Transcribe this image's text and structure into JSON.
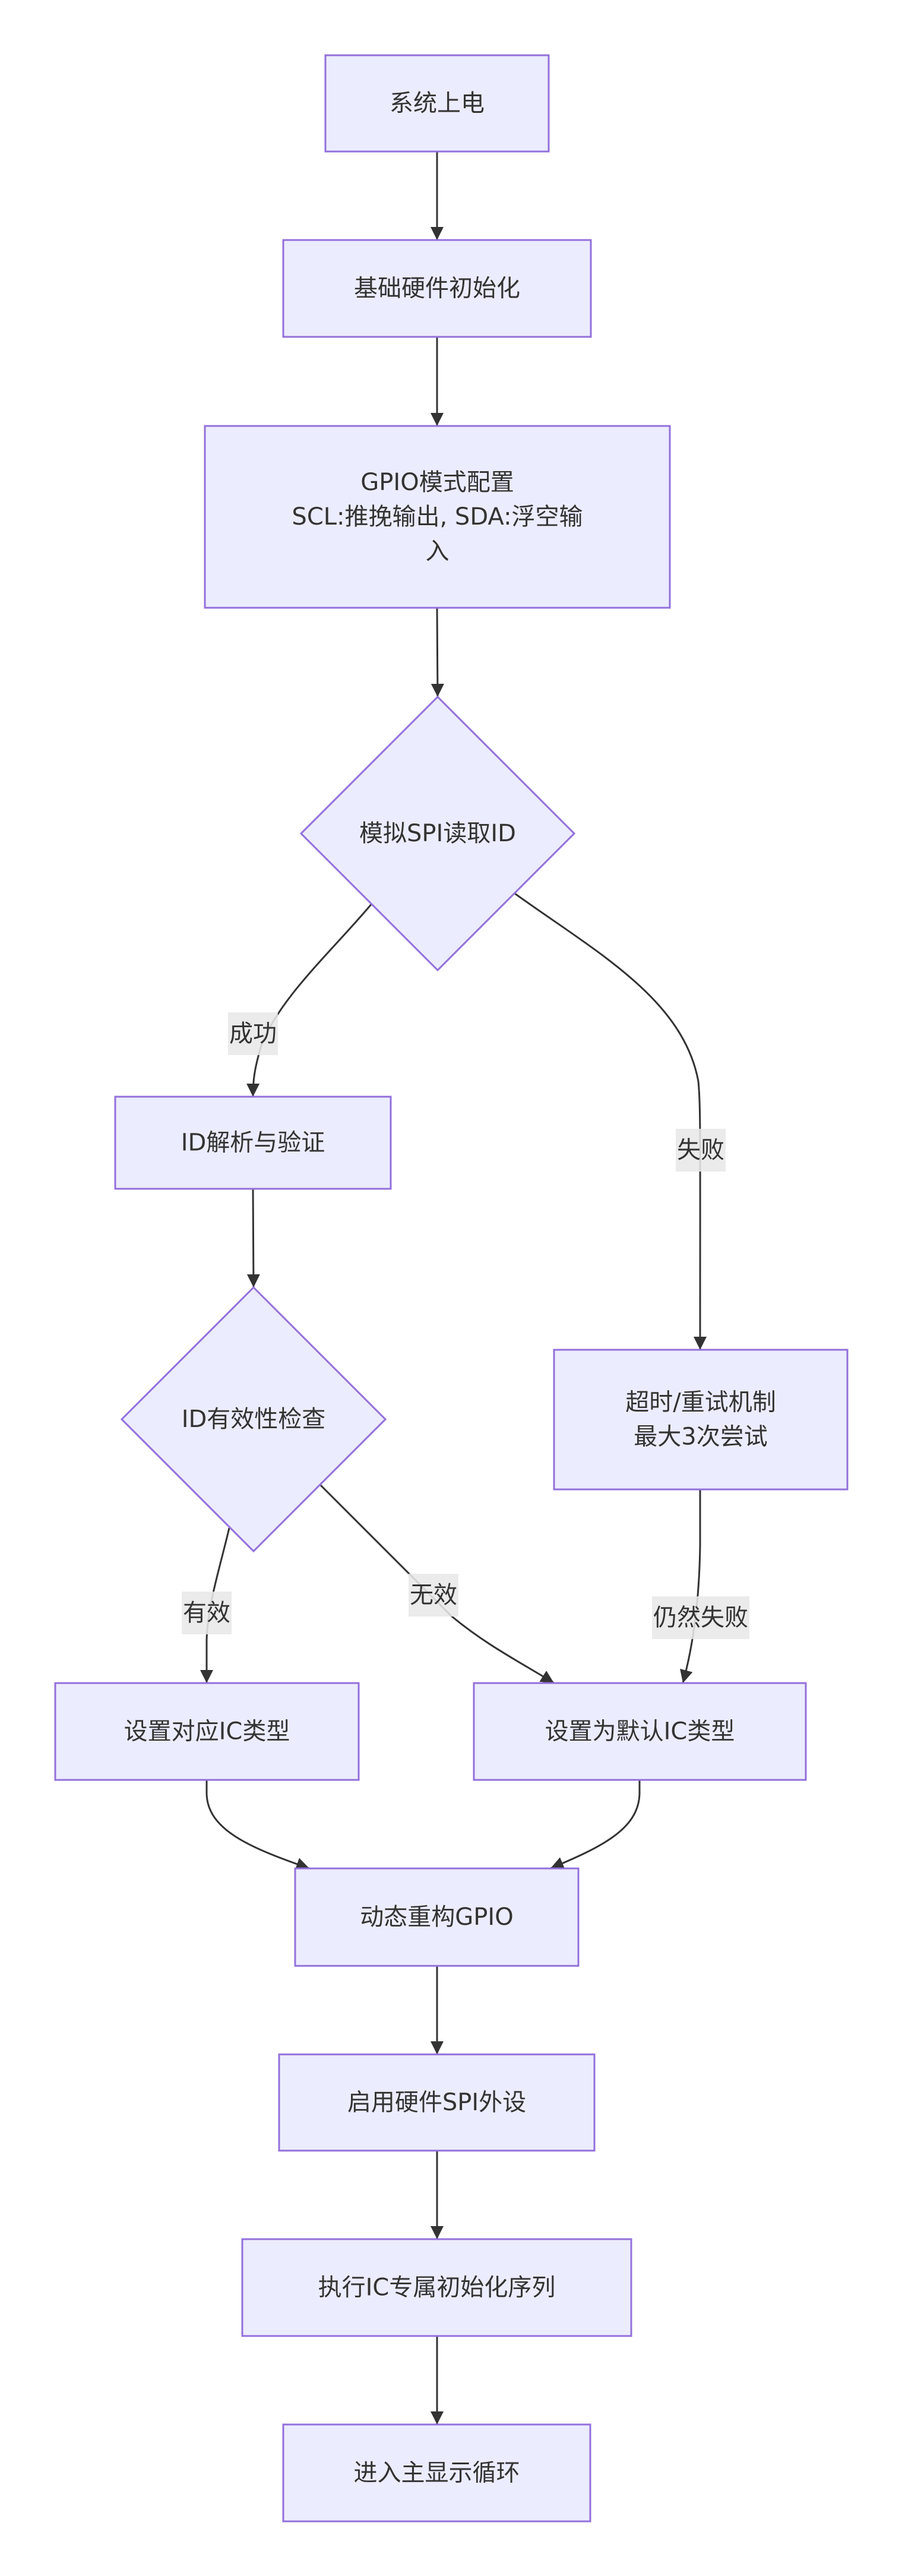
{
  "diagram": {
    "type": "flowchart",
    "direction": "top-down",
    "colors": {
      "node_fill": "#ECECFF",
      "node_stroke": "#9370DB",
      "text": "#333333",
      "edge": "#333333",
      "edge_label_bg": "#e8e8e8",
      "background": "#ffffff"
    },
    "nodes": [
      {
        "id": "power_on",
        "shape": "rect",
        "lines": [
          "系统上电"
        ]
      },
      {
        "id": "basic_hw_init",
        "shape": "rect",
        "lines": [
          "基础硬件初始化"
        ]
      },
      {
        "id": "gpio_config",
        "shape": "rect",
        "lines": [
          "GPIO模式配置",
          "SCL:推挽输出, SDA:浮空输",
          "入"
        ]
      },
      {
        "id": "soft_spi_read_id",
        "shape": "diamond",
        "lines": [
          "模拟SPI读取ID"
        ]
      },
      {
        "id": "id_parse",
        "shape": "rect",
        "lines": [
          "ID解析与验证"
        ]
      },
      {
        "id": "retry",
        "shape": "rect",
        "lines": [
          "超时/重试机制",
          "最大3次尝试"
        ]
      },
      {
        "id": "id_valid_check",
        "shape": "diamond",
        "lines": [
          "ID有效性检查"
        ]
      },
      {
        "id": "set_ic_type",
        "shape": "rect",
        "lines": [
          "设置对应IC类型"
        ]
      },
      {
        "id": "set_default_ic",
        "shape": "rect",
        "lines": [
          "设置为默认IC类型"
        ]
      },
      {
        "id": "reconfig_gpio",
        "shape": "rect",
        "lines": [
          "动态重构GPIO"
        ]
      },
      {
        "id": "enable_hw_spi",
        "shape": "rect",
        "lines": [
          "启用硬件SPI外设"
        ]
      },
      {
        "id": "ic_init_seq",
        "shape": "rect",
        "lines": [
          "执行IC专属初始化序列"
        ]
      },
      {
        "id": "main_loop",
        "shape": "rect",
        "lines": [
          "进入主显示循环"
        ]
      }
    ],
    "edges": [
      {
        "from": "power_on",
        "to": "basic_hw_init",
        "label": ""
      },
      {
        "from": "basic_hw_init",
        "to": "gpio_config",
        "label": ""
      },
      {
        "from": "gpio_config",
        "to": "soft_spi_read_id",
        "label": ""
      },
      {
        "from": "soft_spi_read_id",
        "to": "id_parse",
        "label": "成功"
      },
      {
        "from": "soft_spi_read_id",
        "to": "retry",
        "label": "失败"
      },
      {
        "from": "id_parse",
        "to": "id_valid_check",
        "label": ""
      },
      {
        "from": "id_valid_check",
        "to": "set_ic_type",
        "label": "有效"
      },
      {
        "from": "id_valid_check",
        "to": "set_default_ic",
        "label": "无效"
      },
      {
        "from": "retry",
        "to": "set_default_ic",
        "label": "仍然失败"
      },
      {
        "from": "set_ic_type",
        "to": "reconfig_gpio",
        "label": ""
      },
      {
        "from": "set_default_ic",
        "to": "reconfig_gpio",
        "label": ""
      },
      {
        "from": "reconfig_gpio",
        "to": "enable_hw_spi",
        "label": ""
      },
      {
        "from": "enable_hw_spi",
        "to": "ic_init_seq",
        "label": ""
      },
      {
        "from": "ic_init_seq",
        "to": "main_loop",
        "label": ""
      }
    ]
  }
}
